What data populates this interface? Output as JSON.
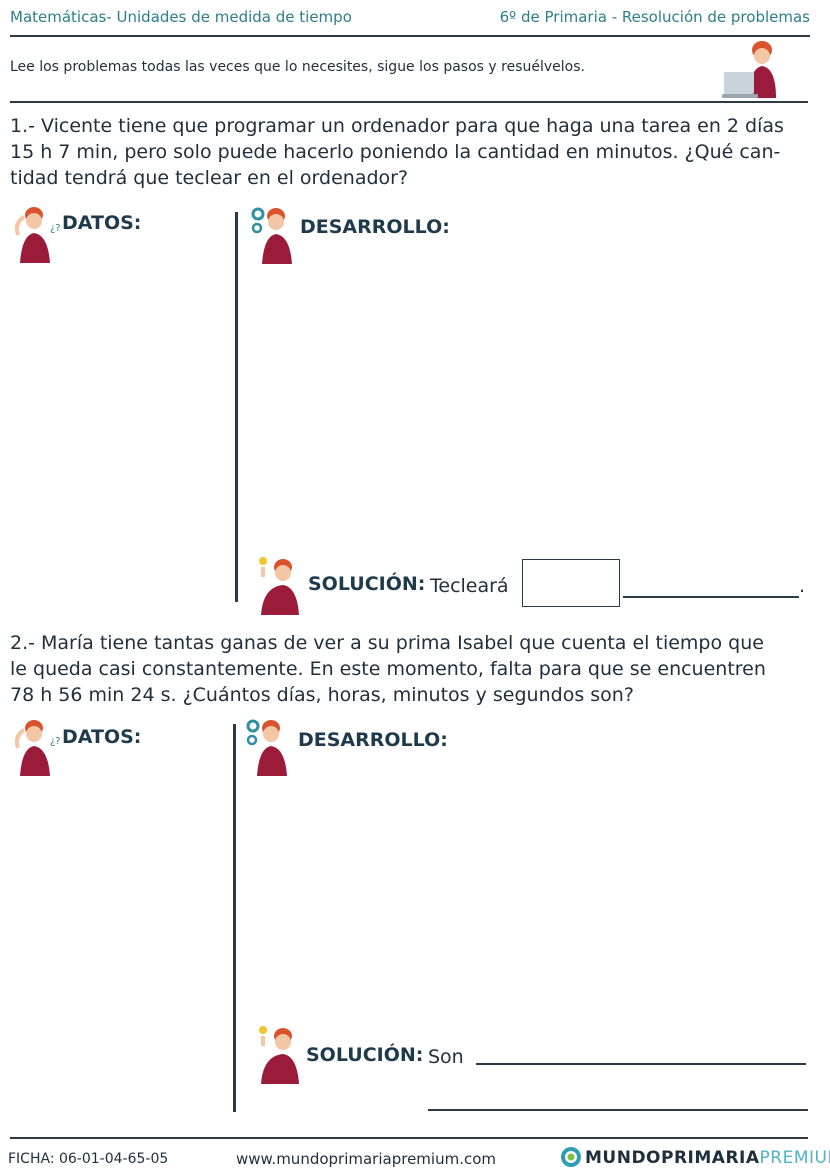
{
  "header": {
    "left": "Matemáticas- Unidades de medida de tiempo",
    "right": "6º de Primaria - Resolución de problemas"
  },
  "intro": "Lee los problemas todas las veces que lo necesites, sigue los pasos y resuélvelos.",
  "problems": [
    {
      "lines": [
        "1.- Vicente tiene que programar un ordenador para que haga una tarea en 2 días",
        "15 h 7 min, pero solo puede hacerlo poniendo la cantidad en minutos. ¿Qué can-",
        "tidad tendrá que teclear en el ordenador?"
      ],
      "datos_label": "DATOS:",
      "desarrollo_label": "DESARROLLO:",
      "solucion_label": "SOLUCIÓN:",
      "answer_prefix": "Tecleará",
      "answer_end": "."
    },
    {
      "lines": [
        "2.- María tiene tantas ganas de ver a su prima Isabel que cuenta el tiempo que",
        "le queda casi constantemente. En este momento, falta para que se encuentren",
        "78 h 56 min 24 s.  ¿Cuántos días, horas, minutos y segundos son?"
      ],
      "datos_label": "DATOS:",
      "desarrollo_label": "DESARROLLO:",
      "solucion_label": "SOLUCIÓN:",
      "answer_prefix": "Son"
    }
  ],
  "footer": {
    "ficha": "FICHA:  06-01-04-65-05",
    "website": "www.mundoprimariapremium.com",
    "brand_main": "MUNDOPRIMARIA",
    "brand_premium": "PREMIUM"
  },
  "colors": {
    "header_text": "#2e7d8c",
    "lines": "#2b3a47",
    "character_shirt": "#9b1b3a",
    "character_hair": "#d9532c"
  }
}
